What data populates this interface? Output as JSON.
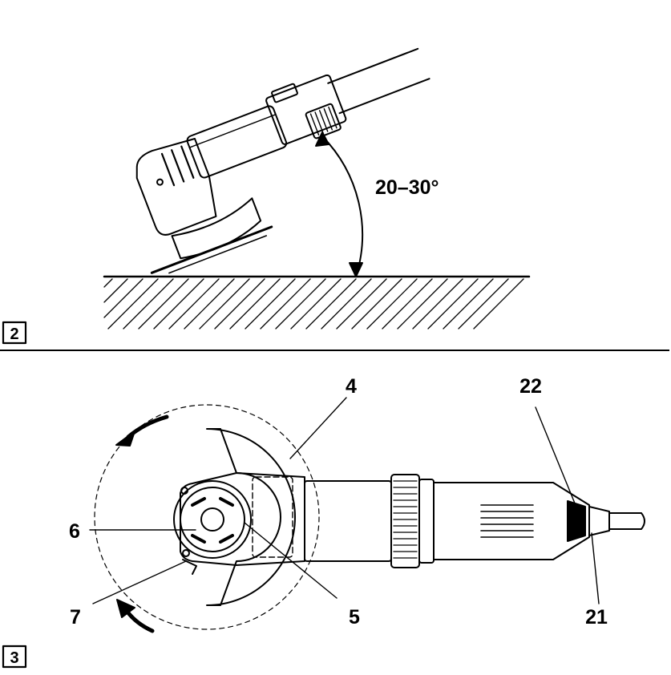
{
  "figure2": {
    "badge": "2",
    "angle_label": "20–30°"
  },
  "figure3": {
    "badge": "3",
    "callouts": [
      {
        "id": "4",
        "label": "4"
      },
      {
        "id": "5",
        "label": "5"
      },
      {
        "id": "6",
        "label": "6"
      },
      {
        "id": "7",
        "label": "7"
      },
      {
        "id": "21",
        "label": "21"
      },
      {
        "id": "22",
        "label": "22"
      }
    ]
  }
}
